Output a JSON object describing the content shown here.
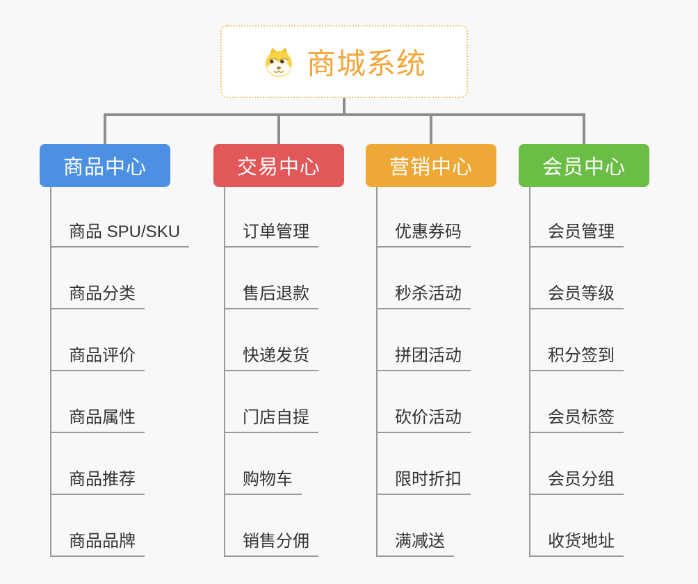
{
  "page": {
    "background_color": "#f8f8f8"
  },
  "root": {
    "label": "商城系统",
    "icon": "dog-face-icon",
    "text_color": "#f2a63c",
    "border_color": "#f5c36c"
  },
  "connector_colors": {
    "main": "#8e8e8e",
    "child": "#999999"
  },
  "branches": [
    {
      "label": "商品中心",
      "color": "#4b90e2",
      "children": [
        "商品 SPU/SKU",
        "商品分类",
        "商品评价",
        "商品属性",
        "商品推荐",
        "商品品牌"
      ]
    },
    {
      "label": "交易中心",
      "color": "#e25757",
      "children": [
        "订单管理",
        "售后退款",
        "快递发货",
        "门店自提",
        "购物车",
        "销售分佣"
      ]
    },
    {
      "label": "营销中心",
      "color": "#eea836",
      "children": [
        "优惠券码",
        "秒杀活动",
        "拼团活动",
        "砍价活动",
        "限时折扣",
        "满减送"
      ]
    },
    {
      "label": "会员中心",
      "color": "#6abd45",
      "children": [
        "会员管理",
        "会员等级",
        "积分签到",
        "会员标签",
        "会员分组",
        "收货地址"
      ]
    }
  ]
}
